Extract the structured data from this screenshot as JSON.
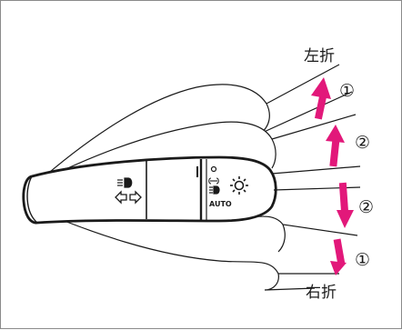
{
  "labels": {
    "left_turn": "左折",
    "right_turn": "右折",
    "step_top_up": "①",
    "step_mid_up": "②",
    "step_mid_down": "②",
    "step_bottom_down": "①",
    "switch_auto": "AUTO"
  },
  "colors": {
    "arrow": "#e2187a",
    "line": "#1a1a1a",
    "background": "#ffffff"
  },
  "icons": [
    "fog-lamp-icon",
    "turn-signal-arrows-icon",
    "position-light-icon",
    "headlight-icon",
    "sun-icon"
  ]
}
